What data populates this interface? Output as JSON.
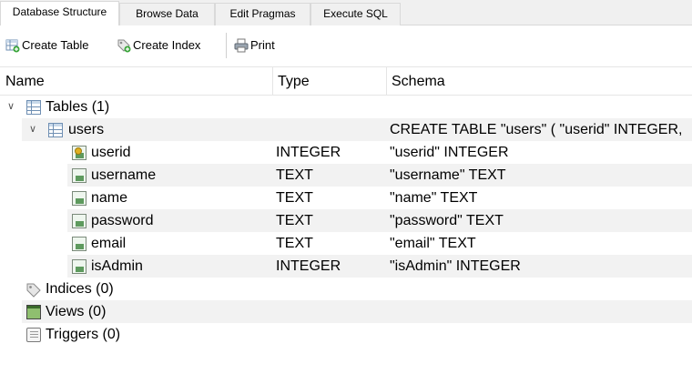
{
  "tabs": [
    {
      "label": "Database Structure",
      "active": true
    },
    {
      "label": "Browse Data",
      "active": false
    },
    {
      "label": "Edit Pragmas",
      "active": false
    },
    {
      "label": "Execute SQL",
      "active": false
    }
  ],
  "toolbar": {
    "create_table": "Create Table",
    "create_index": "Create Index",
    "print": "Print"
  },
  "columns": {
    "name": "Name",
    "type": "Type",
    "schema": "Schema"
  },
  "tree": {
    "tables_label": "Tables (1)",
    "table": {
      "name": "users",
      "schema": "CREATE TABLE \"users\" ( \"userid\" INTEGER,"
    },
    "fields": [
      {
        "name": "userid",
        "type": "INTEGER",
        "schema": "\"userid\" INTEGER",
        "primary_key": true
      },
      {
        "name": "username",
        "type": "TEXT",
        "schema": "\"username\" TEXT"
      },
      {
        "name": "name",
        "type": "TEXT",
        "schema": "\"name\" TEXT"
      },
      {
        "name": "password",
        "type": "TEXT",
        "schema": "\"password\" TEXT"
      },
      {
        "name": "email",
        "type": "TEXT",
        "schema": "\"email\" TEXT"
      },
      {
        "name": "isAdmin",
        "type": "INTEGER",
        "schema": "\"isAdmin\" INTEGER"
      }
    ],
    "indices_label": "Indices (0)",
    "views_label": "Views (0)",
    "triggers_label": "Triggers (0)"
  },
  "icons": {
    "create_table": "create-table-icon",
    "create_index": "create-index-icon",
    "print": "printer-icon",
    "tables": "table-icon",
    "field": "field-icon",
    "primary_key": "key-icon",
    "indices": "tag-icon",
    "views": "view-icon",
    "triggers": "trigger-icon"
  }
}
